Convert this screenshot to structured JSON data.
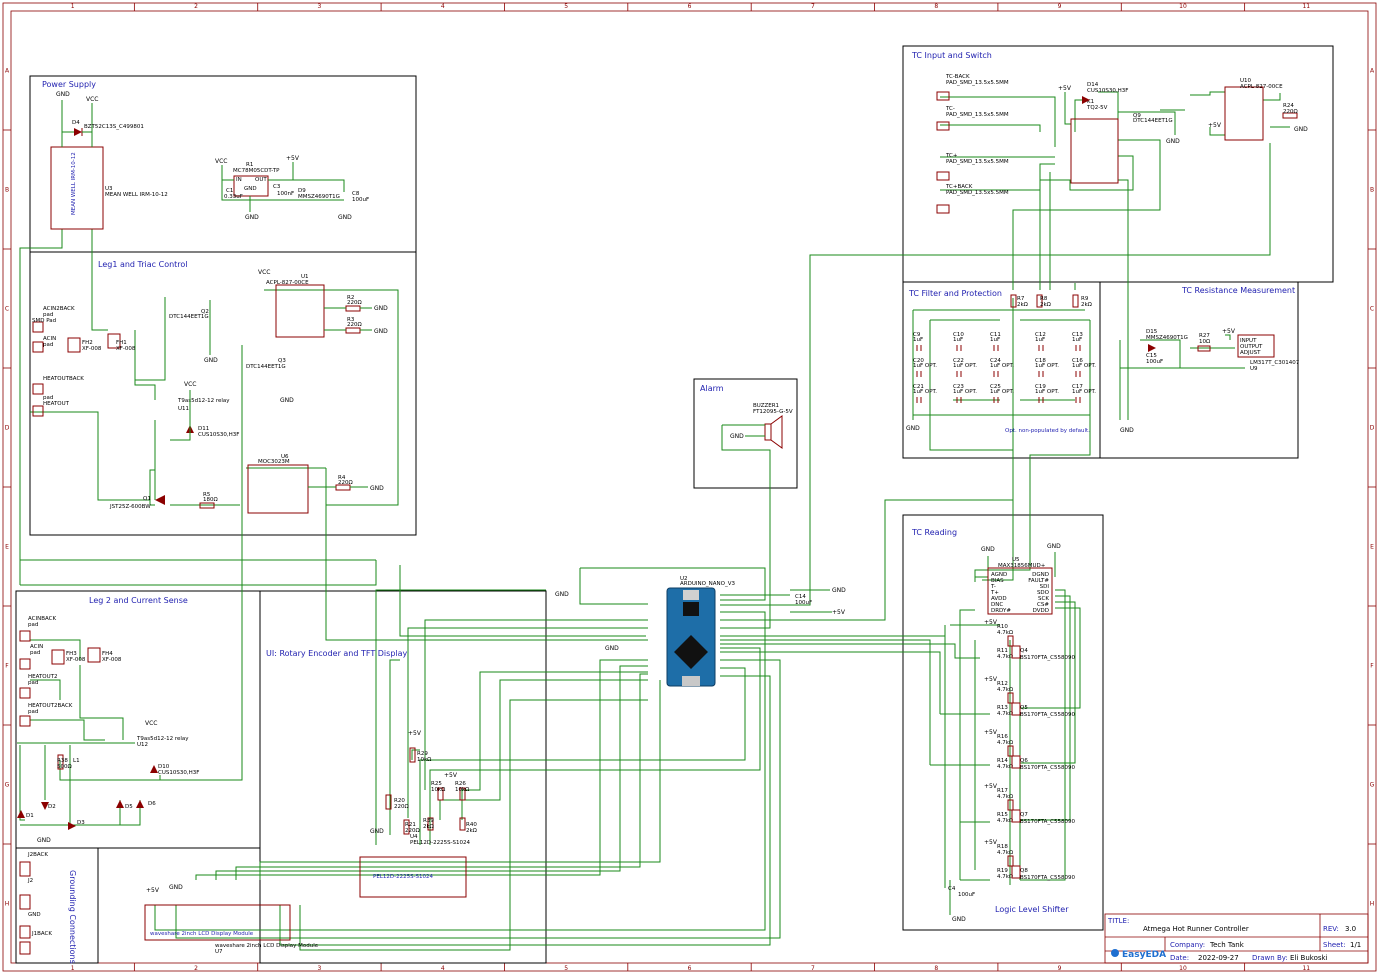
{
  "sections": {
    "power_supply": "Power Supply",
    "leg1": "Leg1 and Triac Control",
    "leg2": "Leg 2 and Current Sense",
    "grounding": "Grounding Connections",
    "ui": "UI: Rotary Encoder and TFT Display",
    "alarm": "Alarm",
    "tc_input": "TC Input and Switch",
    "tc_filter": "TC Filter and Protection",
    "tc_resistance": "TC Resistance Measurement",
    "tc_reading": "TC Reading",
    "logic_level": "Logic Level Shifter"
  },
  "power": {
    "gnd": "GND",
    "vcc": "VCC",
    "p5v": "+5V"
  },
  "components": {
    "d4": "D4",
    "d4_val": "BZT52C13S_C499801",
    "u3": "U3",
    "u3_val": "MEAN WELL IRM-10-12",
    "u3_body": "MEAN WELL IRM-10-12",
    "r1": "R1",
    "r1_val": "MC78M05CDT-TP",
    "c1": "C1",
    "c1_val": "0.33uF",
    "c3": "C3",
    "c3_val": "100nF",
    "d9": "D9",
    "d9_val": "MMSZ4690T1G",
    "c8": "C8",
    "c8_val": "100uF",
    "reg_in": "IN",
    "reg_out": "OUT",
    "reg_gnd": "GND",
    "u1": "U1",
    "u1_val": "ACPL-827-00CE",
    "q2": "Q2",
    "q2_val": "DTC144EET1G",
    "q3": "Q3",
    "q3_val": "DTC144EET1G",
    "r2": "R2",
    "r2_val": "220Ω",
    "r3": "R3",
    "r3_val": "220Ω",
    "fh1": "FH1",
    "fh1_val": "XF-008",
    "fh2": "FH2",
    "fh2_val": "XF-008",
    "fh3": "FH3",
    "fh3_val": "XF-008",
    "fh4": "FH4",
    "fh4_val": "XF-008",
    "acin2back": "ACIN2BACK",
    "acin": "ACIN",
    "heatoutback": "HEATOUTBACK",
    "heatout": "HEATOUT",
    "acinback": "ACINBACK",
    "heatout2": "HEATOUT2",
    "heatout2back": "HEATOUT2BACK",
    "pad": "pad",
    "smd_pad": "SMD Pad",
    "u11": "U11",
    "u11_val": "T9as5d12-12 relay",
    "d11": "D11",
    "d11_val": "CUS10S30,H3F",
    "u12": "U12",
    "u12_val": "T9as5d12-12 relay",
    "d10": "D10",
    "d10_val": "CUS10S30,H3F",
    "u6": "U6",
    "u6_val": "MOC3023M",
    "r4": "R4",
    "r4_val": "220Ω",
    "r5": "R5",
    "r5_val": "180Ω",
    "q1": "Q1",
    "q1_val": "JST25Z-600BW",
    "r38": "R38",
    "r38_val": "500Ω",
    "l1": "L1",
    "d1": "D1",
    "d2": "D2",
    "d3": "D3",
    "d5": "D5",
    "d6": "D6",
    "j2back": "J2BACK",
    "j2": "J2",
    "j1back": "J1BACK",
    "gnd_lbl": "GND",
    "u2": "U2",
    "u2_val": "ARDUINO_NANO_V3",
    "c14": "C14",
    "c14_val": "100uF",
    "buzzer": "BUZZER1",
    "buzzer_val": "FT12095-G-5V",
    "u7": "U7",
    "u7_val": "waveshare 2inch LCD Display Module",
    "u7_body": "waveshare 2inch LCD Display Module",
    "u4": "U4",
    "u4_val": "PEL12D-2225S-S1024",
    "u4_body": "PEL12D-2225S-S1024",
    "r20": "R20",
    "r20_val": "220Ω",
    "r21": "R21",
    "r21_val": "220Ω",
    "r29": "R29",
    "r29_val": "10kΩ",
    "r25": "R25",
    "r25_val": "10kΩ",
    "r26": "R26",
    "r26_val": "10kΩ",
    "r39": "R39",
    "r39_val": "2kΩ",
    "r40": "R40",
    "r40_val": "2kΩ",
    "tc_back": "TC-BACK",
    "tc_minus": "TC-",
    "tc_plus": "TC+",
    "tc_back2": "TC+BACK",
    "pad_smd": "PAD_SMD_13.5x5.5MM",
    "d14": "D14",
    "d14_val": "CUS10S30,H3F",
    "k1": "K1",
    "k1_val": "TQ2-5V",
    "q9": "Q9",
    "q9_val": "DTC144EET1G",
    "u10": "U10",
    "u10_val": "ACPL-827-00CE",
    "r24": "R24",
    "r24_val": "220Ω",
    "r7": "R7",
    "r7_val": "2kΩ",
    "r8": "R8",
    "r8_val": "2kΩ",
    "r9": "R9",
    "r9_val": "2kΩ",
    "cap_1uf": "1uF",
    "cap_opt": "1uF OPT.",
    "c9": "C9",
    "c10": "C10",
    "c11": "C11",
    "c12": "C12",
    "c13": "C13",
    "c20": "C20",
    "c22": "C22",
    "c24": "C24",
    "c18": "C18",
    "c16": "C16",
    "c21": "C21",
    "c23": "C23",
    "c25": "C25",
    "c19": "C19",
    "c17": "C17",
    "opt_note": "Opt. non-populated by default.",
    "d15": "D15",
    "d15_val": "MMSZ4690T1G",
    "c15": "C15",
    "c15_val": "100uF",
    "r27": "R27",
    "r27_val": "10Ω",
    "u9": "U9",
    "u9_val": "LM317T_C301407",
    "u9_in": "INPUT",
    "u9_out": "OUTPUT",
    "u9_adj": "ADJUST",
    "u5": "U5",
    "u5_val": "MAX31856MUD+",
    "u5_pins_left": [
      "AGND",
      "BIAS",
      "T-",
      "T+",
      "AVDD",
      "DNC",
      "DRDY#"
    ],
    "u5_pins_right": [
      "DGND",
      "FAULT#",
      "SDI",
      "SDO",
      "SCK",
      "CS#",
      "DVDD"
    ],
    "r10": "R10",
    "r11": "R11",
    "r12": "R12",
    "r13": "R13",
    "r14": "R14",
    "r15": "R15",
    "r16": "R16",
    "r17": "R17",
    "r18": "R18",
    "r19": "R19",
    "r_4k7": "4.7kΩ",
    "q4": "Q4",
    "q5": "Q5",
    "q6": "Q6",
    "q7": "Q7",
    "q8": "Q8",
    "bss_val": "BS170FTA_C558090",
    "c4": "C4",
    "c4_val": "100uF"
  },
  "title_block": {
    "title_label": "TITLE:",
    "title": "Atmega Hot Runner Controller",
    "rev_label": "REV:",
    "rev": "3.0",
    "company_label": "Company:",
    "company": "Tech Tank",
    "sheet_label": "Sheet:",
    "sheet": "1/1",
    "date_label": "Date:",
    "date": "2022-09-27",
    "drawn_label": "Drawn By:",
    "drawn": "Eli Bukoski",
    "logo": "EasyEDA"
  },
  "border": {
    "cols": [
      "1",
      "2",
      "3",
      "4",
      "5",
      "6",
      "7",
      "8",
      "9",
      "10",
      "11"
    ],
    "rows": [
      "A",
      "B",
      "C",
      "D",
      "E",
      "F",
      "G",
      "H"
    ]
  }
}
